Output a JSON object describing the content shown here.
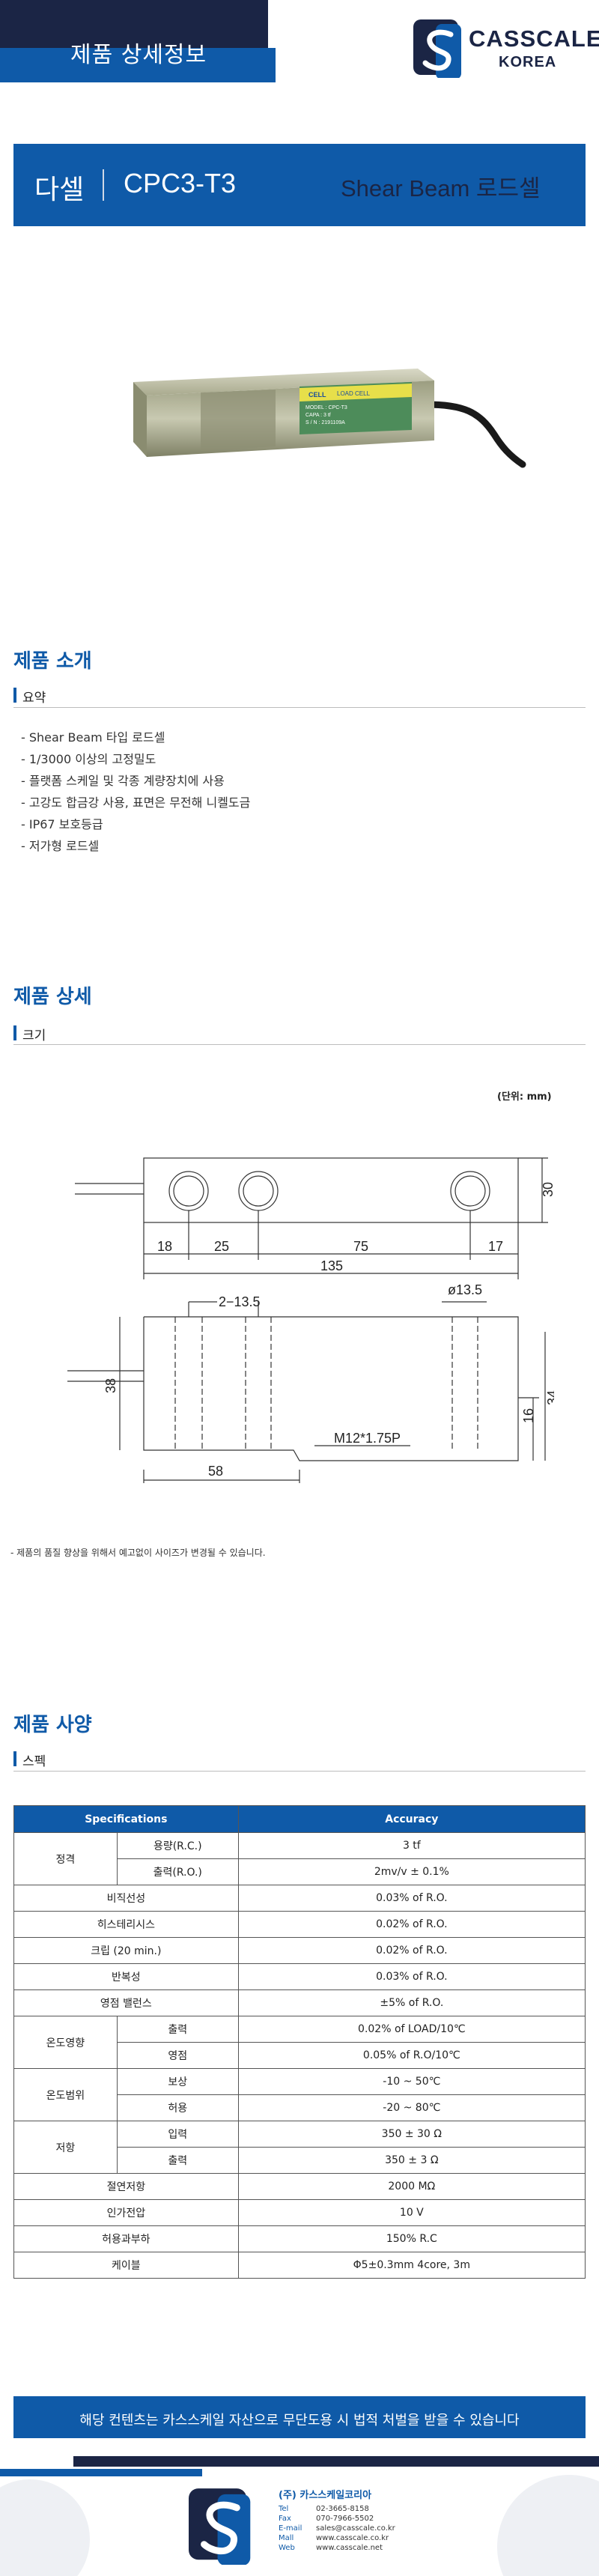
{
  "header": {
    "section_label": "제품 상세정보",
    "logo_name": "CASSCALE",
    "logo_sub": "KOREA"
  },
  "title": {
    "product_name": "다셀",
    "model": "CPC3-T3",
    "type": "Shear Beam 로드셀"
  },
  "product_image": {
    "label_brand": "CELL",
    "label_sub": "LOAD CELL",
    "label_line1": "MODEL : CPC-T3",
    "label_line2": "CAPA : 3 tf",
    "label_line3": "S / N : 2191109A"
  },
  "intro": {
    "title": "제품 소개",
    "subtitle": "요약",
    "items": [
      "- Shear Beam 타입 로드셀",
      "- 1/3000 이상의 고정밀도",
      "- 플랫폼 스케일 및 각종 계량장치에 사용",
      "- 고강도 합금강 사용, 표면은 무전해 니켈도금",
      "- IP67 보호등급",
      "- 저가형 로드셀"
    ]
  },
  "detail": {
    "title": "제품 상세",
    "subtitle": "크기",
    "unit": "(단위: mm)",
    "dims": {
      "d18": "18",
      "d25": "25",
      "d75": "75",
      "d17": "17",
      "d135": "135",
      "d30": "30",
      "holes": "2−13.5",
      "phi": "ø13.5",
      "d38": "38",
      "d16": "16",
      "d34": "34",
      "thread": "M12*1.75P",
      "d58": "58"
    },
    "note": "- 제품의 품질 향상을 위해서 예고없이 사이즈가 변경될 수 있습니다."
  },
  "spec": {
    "title": "제품 사양",
    "subtitle": "스펙",
    "header": [
      "Specifications",
      "Accuracy"
    ],
    "rows": [
      {
        "group": "정격",
        "label": "용량(R.C.)",
        "value": "3 tf"
      },
      {
        "group": "",
        "label": "출력(R.O.)",
        "value": "2mv/v ± 0.1%"
      },
      {
        "group": "",
        "label": "비직선성",
        "value": "0.03% of R.O."
      },
      {
        "group": "",
        "label": "히스테리시스",
        "value": "0.02% of R.O."
      },
      {
        "group": "",
        "label": "크립 (20 min.)",
        "value": "0.02% of R.O."
      },
      {
        "group": "",
        "label": "반복성",
        "value": "0.03% of R.O."
      },
      {
        "group": "",
        "label": "영점 밸런스",
        "value": "±5% of R.O."
      },
      {
        "group": "온도영향",
        "label": "출력",
        "value": "0.02% of LOAD/10℃"
      },
      {
        "group": "",
        "label": "영점",
        "value": "0.05% of R.O/10℃"
      },
      {
        "group": "온도범위",
        "label": "보상",
        "value": "-10 ~ 50℃"
      },
      {
        "group": "",
        "label": "허용",
        "value": "-20 ~ 80℃"
      },
      {
        "group": "저항",
        "label": "입력",
        "value": "350  ± 30 Ω"
      },
      {
        "group": "",
        "label": "출력",
        "value": "350  ± 3 Ω"
      },
      {
        "group": "",
        "label": "절연저항",
        "value": "2000 MΩ"
      },
      {
        "group": "",
        "label": "인가전압",
        "value": "10 V"
      },
      {
        "group": "",
        "label": "허용과부하",
        "value": "150% R.C"
      },
      {
        "group": "",
        "label": "케이블",
        "value": "Φ5±0.3mm 4core, 3m"
      }
    ]
  },
  "footer": {
    "notice": "해당 컨텐츠는 카스스케일 자산으로 무단도용 시 법적 처벌을 받을 수 있습니다",
    "company": "(주) 카스스케일코리아",
    "contacts": [
      {
        "k": "Tel",
        "v": "02-3665-8158"
      },
      {
        "k": "Fax",
        "v": "070-7966-5502"
      },
      {
        "k": "E-mail",
        "v": "sales@casscale.co.kr"
      },
      {
        "k": "Mall",
        "v": "www.casscale.co.kr"
      },
      {
        "k": "Web",
        "v": "www.casscale.net"
      }
    ]
  },
  "colors": {
    "navy": "#1b2545",
    "blue": "#0f5aa8"
  }
}
